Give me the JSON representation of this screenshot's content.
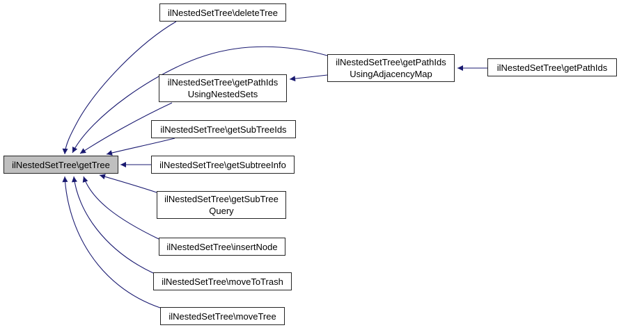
{
  "graph": {
    "type": "caller-graph",
    "colors": {
      "background": "#ffffff",
      "node_fill": "#ffffff",
      "node_border": "#242424",
      "highlight_node_fill": "#bfbfbf",
      "edge": "#191970",
      "text": "#000000"
    },
    "nodes": [
      {
        "id": "getTree",
        "label": "ilNestedSetTree\\getTree",
        "highlighted": true
      },
      {
        "id": "deleteTree",
        "label": "ilNestedSetTree\\deleteTree",
        "highlighted": false
      },
      {
        "id": "getPathIdsUsingNestedSets",
        "label": "ilNestedSetTree\\getPathIds\nUsingNestedSets",
        "highlighted": false
      },
      {
        "id": "getSubTreeIds",
        "label": "ilNestedSetTree\\getSubTreeIds",
        "highlighted": false
      },
      {
        "id": "getSubtreeInfo",
        "label": "ilNestedSetTree\\getSubtreeInfo",
        "highlighted": false
      },
      {
        "id": "getSubTreeQuery",
        "label": "ilNestedSetTree\\getSubTree\nQuery",
        "highlighted": false
      },
      {
        "id": "insertNode",
        "label": "ilNestedSetTree\\insertNode",
        "highlighted": false
      },
      {
        "id": "moveToTrash",
        "label": "ilNestedSetTree\\moveToTrash",
        "highlighted": false
      },
      {
        "id": "moveTree",
        "label": "ilNestedSetTree\\moveTree",
        "highlighted": false
      },
      {
        "id": "getPathIdsUsingAdjacencyMap",
        "label": "ilNestedSetTree\\getPathIds\nUsingAdjacencyMap",
        "highlighted": false
      },
      {
        "id": "getPathIds",
        "label": "ilNestedSetTree\\getPathIds",
        "highlighted": false
      }
    ],
    "edges": [
      {
        "from": "deleteTree",
        "to": "getTree"
      },
      {
        "from": "getPathIdsUsingAdjacencyMap",
        "to": "getTree"
      },
      {
        "from": "getPathIdsUsingNestedSets",
        "to": "getTree"
      },
      {
        "from": "getSubTreeIds",
        "to": "getTree"
      },
      {
        "from": "getSubtreeInfo",
        "to": "getTree"
      },
      {
        "from": "getSubTreeQuery",
        "to": "getTree"
      },
      {
        "from": "insertNode",
        "to": "getTree"
      },
      {
        "from": "moveToTrash",
        "to": "getTree"
      },
      {
        "from": "moveTree",
        "to": "getTree"
      },
      {
        "from": "getPathIds",
        "to": "getPathIdsUsingAdjacencyMap"
      },
      {
        "from": "getPathIdsUsingAdjacencyMap",
        "to": "getPathIdsUsingNestedSets"
      }
    ]
  }
}
